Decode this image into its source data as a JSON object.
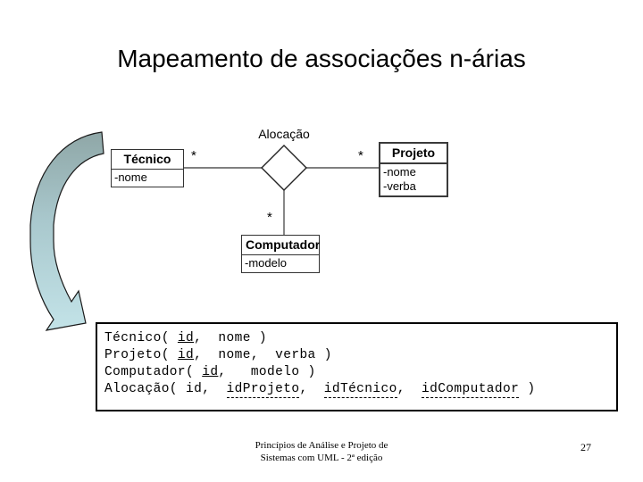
{
  "slide": {
    "title": "Mapeamento de associações n-árias",
    "page_number": "27",
    "footer_line1": "Princípios de Análise e Projeto de",
    "footer_line2": "Sistemas com UML - 2ª edição",
    "background_color": "#ffffff"
  },
  "decoration": {
    "arrow_name": "curved-down-right-arrow",
    "gradient_top_color": "#90a8a8",
    "gradient_bottom_color": "#bfe0e5",
    "outline_color": "#1a1a1a"
  },
  "diagram": {
    "association_label": "Alocação",
    "classes": [
      {
        "name": "Técnico",
        "attributes": [
          "-nome"
        ],
        "multiplicity": "*"
      },
      {
        "name": "Projeto",
        "attributes": [
          "-nome",
          "-verba"
        ],
        "multiplicity": "*"
      },
      {
        "name": "Computador",
        "attributes": [
          "-modelo"
        ],
        "multiplicity": "*"
      }
    ]
  },
  "schema": {
    "lines": [
      {
        "segments": [
          {
            "text": "Técnico( ",
            "style": "plain"
          },
          {
            "text": "id",
            "style": "pk"
          },
          {
            "text": ",  nome )",
            "style": "plain"
          }
        ]
      },
      {
        "segments": [
          {
            "text": "Projeto( ",
            "style": "plain"
          },
          {
            "text": "id",
            "style": "pk"
          },
          {
            "text": ",  nome,  verba )",
            "style": "plain"
          }
        ]
      },
      {
        "segments": [
          {
            "text": "Computador( ",
            "style": "plain"
          },
          {
            "text": "id",
            "style": "pk"
          },
          {
            "text": ",   modelo )",
            "style": "plain"
          }
        ]
      },
      {
        "segments": [
          {
            "text": "Alocação( id,  ",
            "style": "plain"
          },
          {
            "text": "idProjeto",
            "style": "fk"
          },
          {
            "text": ",  ",
            "style": "plain"
          },
          {
            "text": "idTécnico",
            "style": "fk"
          },
          {
            "text": ",  ",
            "style": "plain"
          },
          {
            "text": "idComputador",
            "style": "fk"
          },
          {
            "text": " )",
            "style": "plain"
          }
        ]
      }
    ]
  }
}
